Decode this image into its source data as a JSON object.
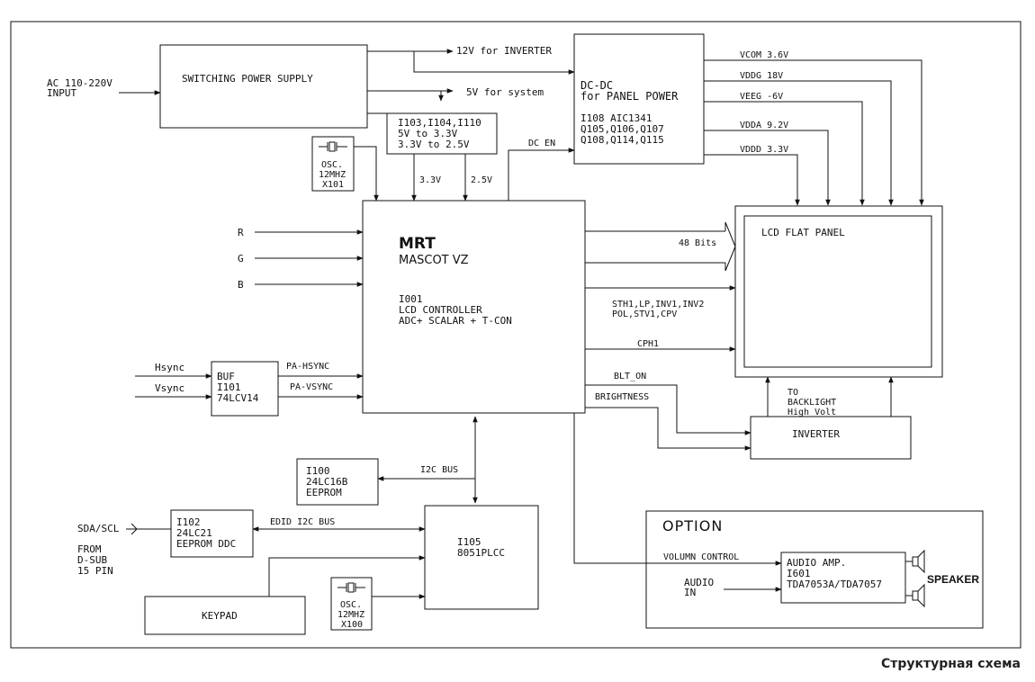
{
  "caption": "Структурная схема",
  "inputs": {
    "ac_line1": "AC 110-220V",
    "ac_line2": "INPUT",
    "r": "R",
    "g": "G",
    "b": "B",
    "hsync": "Hsync",
    "vsync": "Vsync",
    "sda_scl": "SDA/SCL",
    "from_line1": "FROM",
    "from_line2": "D-SUB",
    "from_line3": "15 PIN",
    "audio_in_line1": "AUDIO",
    "audio_in_line2": "IN"
  },
  "blocks": {
    "psu": "SWITCHING POWER SUPPLY",
    "regulators": [
      "I103,I104,I110",
      "5V to 3.3V",
      "3.3V to 2.5V"
    ],
    "dcdc_title": [
      "DC-DC",
      "for PANEL POWER"
    ],
    "dcdc_parts": [
      "I108 AIC1341",
      "Q105,Q106,Q107",
      "Q108,Q114,Q115"
    ],
    "osc_top": [
      "OSC.",
      "12MHZ",
      "X101"
    ],
    "osc_bottom": [
      "OSC.",
      "12MHZ",
      "X100"
    ],
    "mrt_title": "MRT",
    "mrt_sub": "MASCOT VZ",
    "mrt_desc": [
      "I001",
      "LCD CONTROLLER",
      "ADC+ SCALAR + T-CON"
    ],
    "buf": [
      "BUF",
      "I101",
      "74LCV14"
    ],
    "lcd": "LCD FLAT PANEL",
    "inverter": "INVERTER",
    "eeprom": [
      "I100",
      "24LC16B",
      "EEPROM"
    ],
    "eeprom_ddc": [
      "I102",
      "24LC21",
      "EEPROM DDC"
    ],
    "mcu": [
      "I105",
      "8051PLCC"
    ],
    "keypad": "KEYPAD",
    "option": "OPTION",
    "audio_amp": [
      "AUDIO AMP.",
      "I601",
      "TDA7053A/TDA7057"
    ],
    "speaker": "SPEAKER",
    "backlight": [
      "TO",
      "BACKLIGHT",
      "High Volt"
    ]
  },
  "signals": {
    "v12": "12V for INVERTER",
    "v5": "5V for system",
    "v33": "3.3V",
    "v25": "2.5V",
    "dc_en": "DC EN",
    "vcom": "VCOM 3.6V",
    "vddg": "VDDG 18V",
    "veeg": "VEEG  -6V",
    "vdda": "VDDA 9.2V",
    "vddd": "VDDD 3.3V",
    "bits48": "48 Bits",
    "ctrl1": "STH1,LP,INV1,INV2",
    "ctrl2": "POL,STV1,CPV",
    "cph1": "CPH1",
    "blt_on": "BLT_ON",
    "brightness": "BRIGHTNESS",
    "pa_hsync": "PA-HSYNC",
    "pa_vsync": "PA-VSYNC",
    "i2c_bus": "I2C BUS",
    "edid_bus": "EDID I2C BUS",
    "volume": "VOLUMN CONTROL"
  }
}
